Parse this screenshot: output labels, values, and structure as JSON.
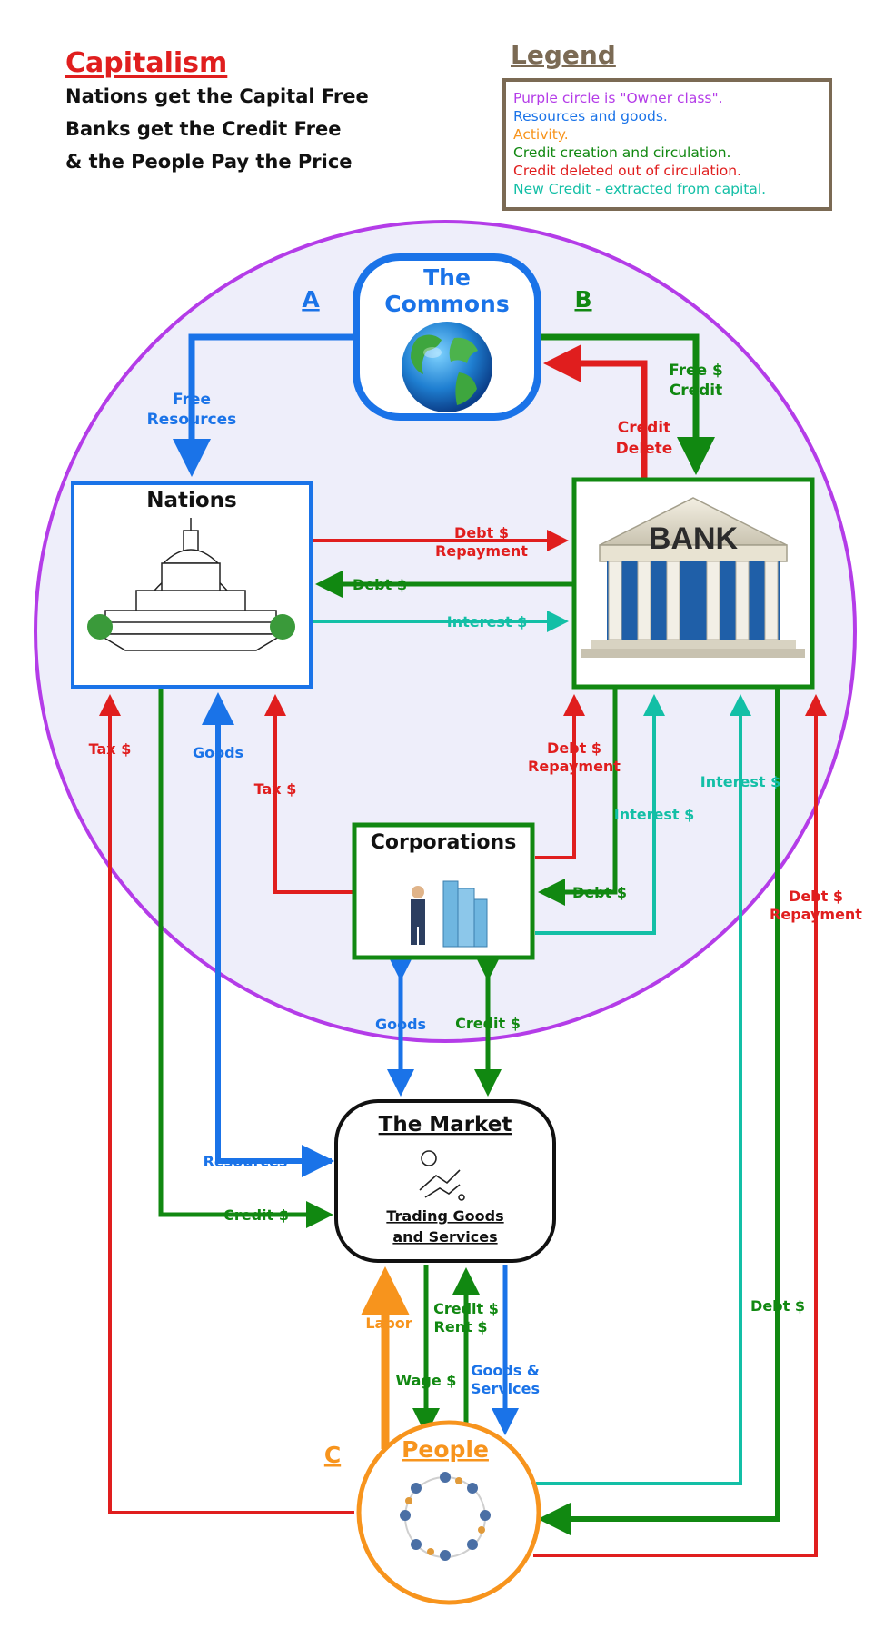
{
  "header": {
    "title": "Capitalism",
    "taglines": [
      "Nations get the Capital Free",
      "Banks get the Credit Free",
      "& the People Pay the Price"
    ]
  },
  "legend": {
    "title": "Legend",
    "items": [
      {
        "text": "Purple circle is \"Owner class\".",
        "color": "#b43ce8"
      },
      {
        "text": "Resources and goods.",
        "color": "#1a73e8"
      },
      {
        "text": "Activity.",
        "color": "#f7941d"
      },
      {
        "text": "Credit creation and circulation.",
        "color": "#118811"
      },
      {
        "text": "Credit deleted out of circulation.",
        "color": "#e01e1e"
      },
      {
        "text": "New Credit - extracted from capital.",
        "color": "#13bfa6"
      }
    ]
  },
  "colors": {
    "owner_circle": "#b43ce8",
    "owner_fill": "#eeeefa",
    "resources": "#1a73e8",
    "activity": "#f7941d",
    "credit": "#118811",
    "deleted": "#e01e1e",
    "new_credit": "#13bfa6",
    "market_border": "#111111"
  },
  "nodes": {
    "commons": {
      "line1": "The",
      "line2": "Commons",
      "icon": "globe-icon"
    },
    "nations": {
      "label": "Nations",
      "icon": "capitol-building-icon"
    },
    "bank": {
      "label": "BANK",
      "icon": "bank-building-icon"
    },
    "corporations": {
      "label": "Corporations",
      "icon": "businessman-buildings-icon"
    },
    "market": {
      "label": "The Market",
      "sub1": "Trading Goods",
      "sub2": "and Services",
      "icon": "handshake-money-icon"
    },
    "people": {
      "label": "People",
      "icon": "people-circle-icon"
    }
  },
  "markers": {
    "a": "A",
    "b": "B",
    "c": "C"
  },
  "flows": {
    "free_resources": [
      "Free",
      "Resources"
    ],
    "free_credit": [
      "Free $",
      "Credit"
    ],
    "credit_delete": [
      "Credit",
      "Delete"
    ],
    "nations_debt_repayment": [
      "Debt $",
      "Repayment"
    ],
    "bank_debt_to_nations": "Debt $",
    "nations_interest": "Interest $",
    "nations_tax_from_people": "Tax $",
    "nations_goods": "Goods",
    "corp_tax": "Tax $",
    "corp_debt_repayment": [
      "Debt $",
      "Repayment"
    ],
    "corp_interest": "Interest $",
    "corp_debt": "Debt $",
    "people_interest": "Interest $",
    "people_debt_repayment": [
      "Debt $",
      "Repayment"
    ],
    "corp_goods": "Goods",
    "corp_credit": "Credit $",
    "market_resources": "Resources",
    "market_credit": "Credit $",
    "labor": "Labor",
    "wage": "Wage $",
    "credit_rent": [
      "Credit $",
      "Rent $"
    ],
    "goods_services": [
      "Goods &",
      "Services"
    ],
    "people_debt": "Debt $"
  }
}
